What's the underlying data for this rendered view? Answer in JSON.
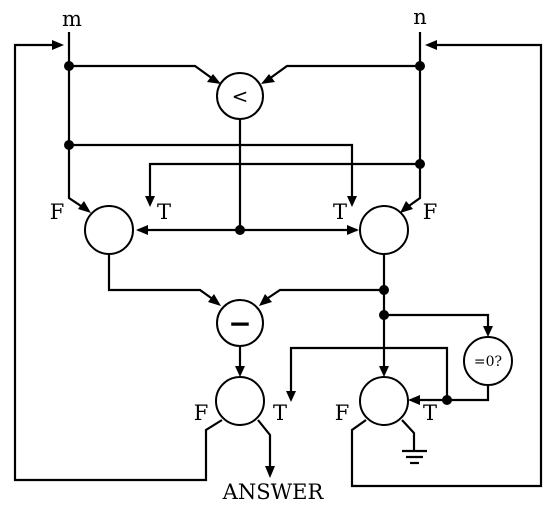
{
  "inputs": {
    "m": "m",
    "n": "n"
  },
  "operators": {
    "less_than": "<",
    "subtract": "−",
    "zero_test": "=0?"
  },
  "branch_labels": {
    "false": "F",
    "true": "T"
  },
  "output": {
    "answer": "ANSWER"
  },
  "colors": {
    "ink": "#000000",
    "background": "#ffffff"
  }
}
